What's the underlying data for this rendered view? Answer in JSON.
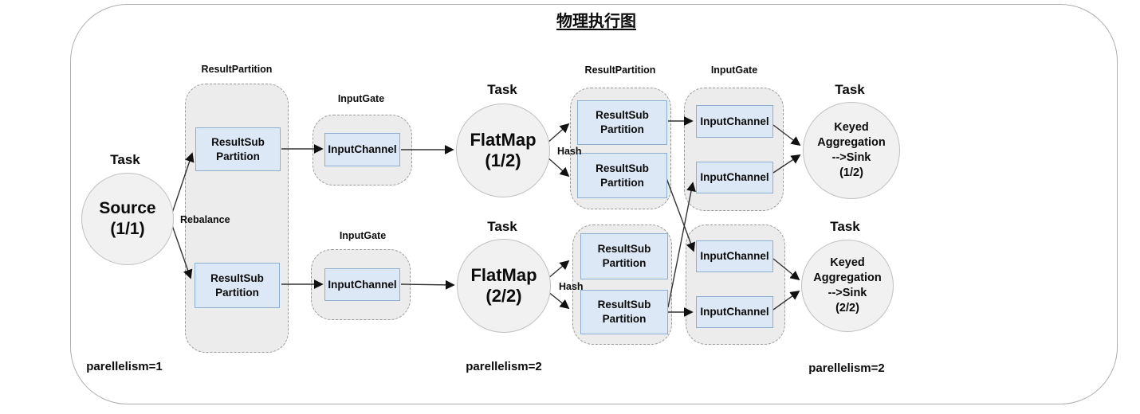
{
  "title": "物理执行图",
  "labels": {
    "task": "Task",
    "result_partition": "ResultPartition",
    "input_gate": "InputGate",
    "input_channel": "InputChannel",
    "result_sub_line1": "ResultSub",
    "result_sub_line2": "Partition",
    "rebalance": "Rebalance",
    "hash": "Hash"
  },
  "nodes": {
    "source": {
      "line1": "Source",
      "line2": "(1/1)"
    },
    "flatmap1": {
      "line1": "FlatMap",
      "line2": "(1/2)"
    },
    "flatmap2": {
      "line1": "FlatMap",
      "line2": "(2/2)"
    },
    "agg1": {
      "line1": "Keyed",
      "line2": "Aggregation",
      "line3": "-->Sink",
      "line4": "(1/2)"
    },
    "agg2": {
      "line1": "Keyed",
      "line2": "Aggregation",
      "line3": "-->Sink",
      "line4": "(2/2)"
    }
  },
  "footers": {
    "left": "parellelism=1",
    "middle": "parellelism=2",
    "right": "parellelism=2"
  },
  "colors": {
    "box_fill": "#dce8f6",
    "box_border": "#8fafd1",
    "container_fill": "#ececec",
    "container_border": "#9a9a9a",
    "circle_fill": "#f1f1f1",
    "edge_stroke": "#333333"
  },
  "edges": [
    {
      "from": "source-1-1",
      "to": "left-result-sub-partition-1",
      "label": "Rebalance"
    },
    {
      "from": "source-1-1",
      "to": "left-result-sub-partition-2",
      "label": "Rebalance"
    },
    {
      "from": "left-result-sub-partition-1",
      "to": "left-top-input-channel"
    },
    {
      "from": "left-top-input-channel",
      "to": "flatmap-1-2"
    },
    {
      "from": "left-result-sub-partition-2",
      "to": "left-bottom-input-channel"
    },
    {
      "from": "left-bottom-input-channel",
      "to": "flatmap-2-2"
    },
    {
      "from": "flatmap-1-2",
      "to": "top-result-sub-partition-1",
      "label": "Hash"
    },
    {
      "from": "flatmap-1-2",
      "to": "top-result-sub-partition-2",
      "label": "Hash"
    },
    {
      "from": "flatmap-2-2",
      "to": "bottom-result-sub-partition-1",
      "label": "Hash"
    },
    {
      "from": "flatmap-2-2",
      "to": "bottom-result-sub-partition-2",
      "label": "Hash"
    },
    {
      "from": "top-result-sub-partition-1",
      "to": "top-input-channel-1"
    },
    {
      "from": "top-result-sub-partition-2",
      "to": "bottom-input-channel-1"
    },
    {
      "from": "bottom-result-sub-partition-2",
      "to": "top-input-channel-2"
    },
    {
      "from": "bottom-result-sub-partition-2",
      "to": "bottom-input-channel-2"
    },
    {
      "from": "top-input-channel-1",
      "to": "keyed-aggregation-sink-1-2"
    },
    {
      "from": "top-input-channel-2",
      "to": "keyed-aggregation-sink-1-2"
    },
    {
      "from": "bottom-input-channel-1",
      "to": "keyed-aggregation-sink-2-2"
    },
    {
      "from": "bottom-input-channel-2",
      "to": "keyed-aggregation-sink-2-2"
    }
  ]
}
